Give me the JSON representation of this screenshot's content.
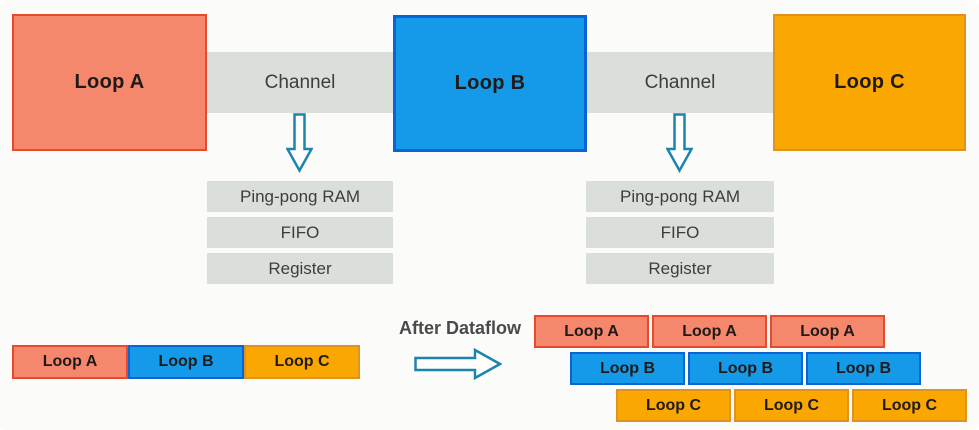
{
  "colors": {
    "background": "#fbfbf9",
    "loop-a-fill": "#f5876c",
    "loop-a-border": "#e6492b",
    "loop-b-fill": "#149ae9",
    "loop-b-border": "#0c63d6",
    "loop-c-fill": "#fba702",
    "loop-c-border": "#df921f",
    "channel-fill": "#dbdfd9",
    "arrow-stroke": "#1d84ac",
    "text-dark": "#3d3d3d",
    "label-text": "#4a4a4a",
    "loop-text": "#1f1a17"
  },
  "diagram": {
    "top_row": {
      "loop_a": "Loop A",
      "channel_1": "Channel",
      "loop_b": "Loop B",
      "channel_2": "Channel",
      "loop_c": "Loop C"
    },
    "channel_impl_1": [
      "Ping-pong RAM",
      "FIFO",
      "Register"
    ],
    "channel_impl_2": [
      "Ping-pong RAM",
      "FIFO",
      "Register"
    ],
    "before_bars": [
      "Loop A",
      "Loop B",
      "Loop C"
    ],
    "after_label": "After Dataflow",
    "after_rows": {
      "loop_a": [
        "Loop A",
        "Loop A",
        "Loop A"
      ],
      "loop_b": [
        "Loop B",
        "Loop B",
        "Loop B"
      ],
      "loop_c": [
        "Loop C",
        "Loop C",
        "Loop C"
      ]
    },
    "icons": {
      "channel_1_arrow": "down-arrow-icon",
      "channel_2_arrow": "down-arrow-icon",
      "after_dataflow_arrow": "right-arrow-icon"
    }
  }
}
